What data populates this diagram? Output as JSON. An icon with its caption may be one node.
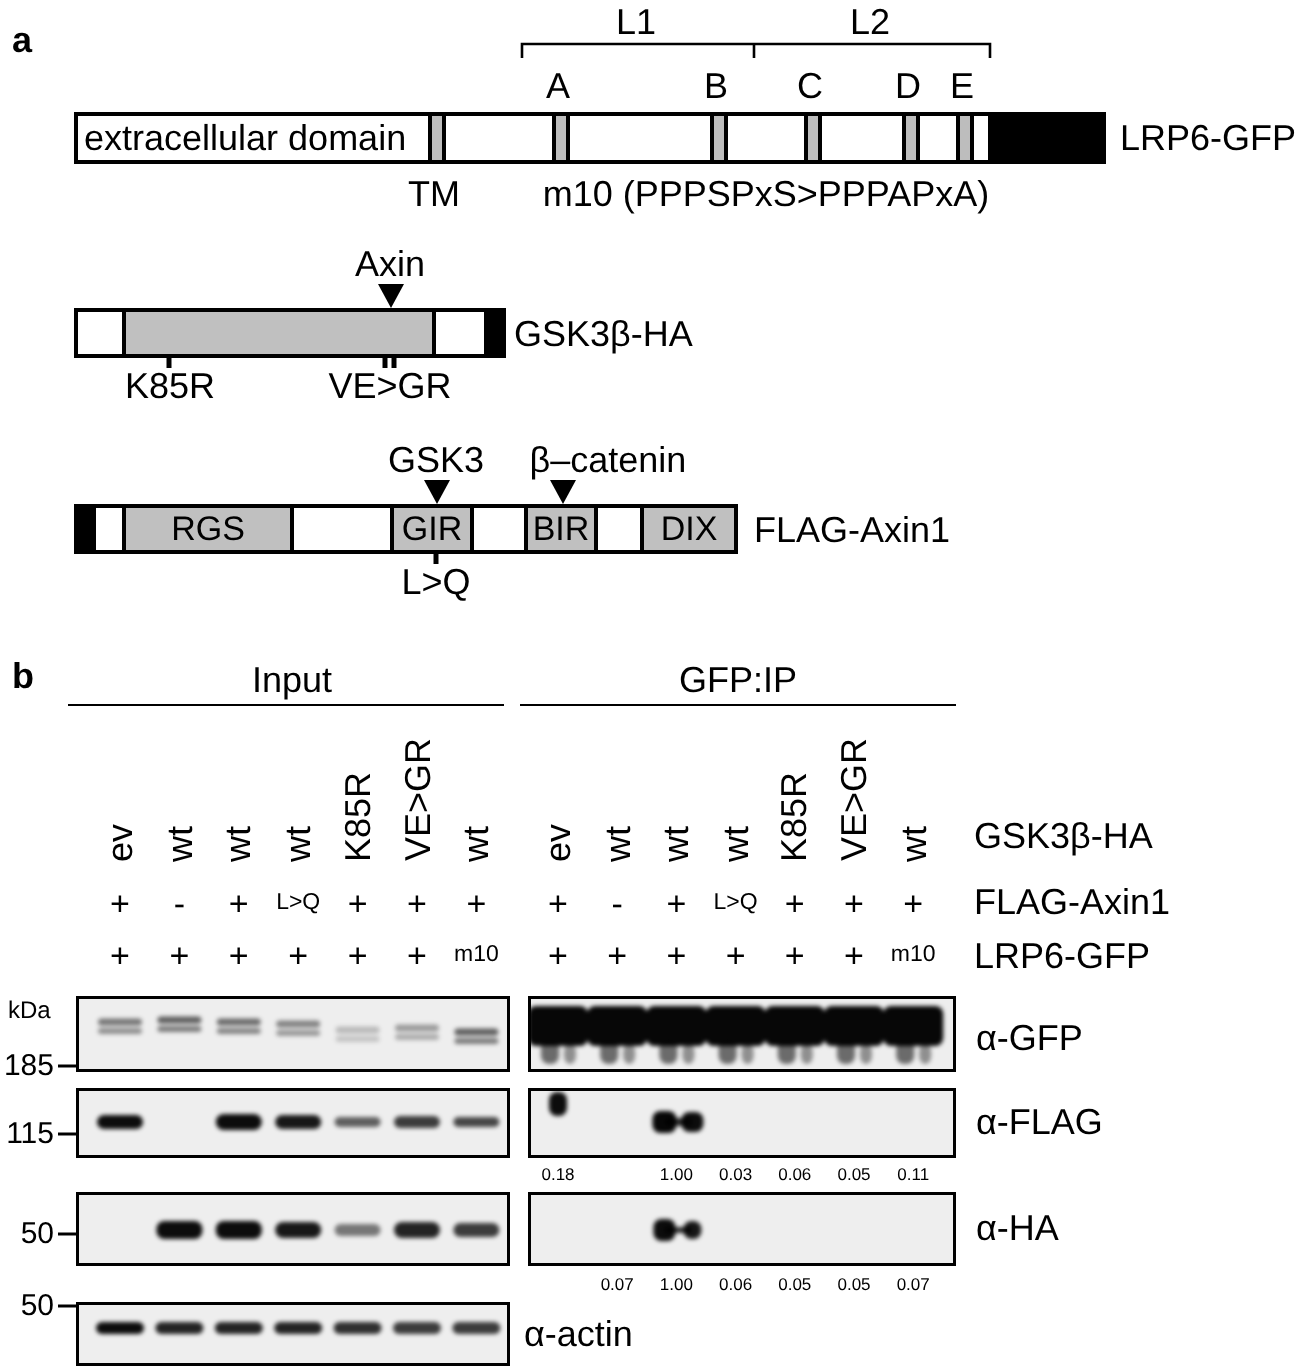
{
  "diagram": {
    "nodes": [
      {
        "text": [
          "extracellular domain"
        ],
        "beside": [
          "LRP6-GFP"
        ]
      },
      {
        "text": [],
        "shape": "bar",
        "beside": [
          "GSK3β-HA"
        ]
      },
      {
        "text": [],
        "shape": "box",
        "in": 1
      },
      {
        "text": [],
        "shape": "bar",
        "beside": [
          "FLAG-Axin1"
        ]
      },
      {
        "text": [
          "RGS"
        ],
        "in": 3
      },
      {
        "text": [
          "GIR"
        ],
        "in": 3
      },
      {
        "text": [
          "BIR"
        ],
        "in": 3
      },
      {
        "text": [
          "DIX"
        ],
        "in": 3
      }
    ],
    "labels": [
      "a",
      "L1",
      "L2",
      "A",
      "B",
      "C",
      "D",
      "E",
      "TM",
      "m10 (PPPSPxS>PPPAPxA)",
      "Axin",
      "K85R",
      "VE>GR",
      "GSK3",
      "β–catenin",
      "L>Q",
      "b",
      "Input",
      "GFP:IP",
      "ev",
      "wt",
      "wt",
      "wt",
      "K85R",
      "VE>GR",
      "wt",
      "ev",
      "wt",
      "wt",
      "wt",
      "K85R",
      "VE>GR",
      "wt",
      "GSK3β-HA",
      "+",
      "-",
      "+",
      "L>Q",
      "+",
      "+",
      "+",
      "+",
      "-",
      "+",
      "L>Q",
      "+",
      "+",
      "+",
      "FLAG-Axin1",
      "+",
      "+",
      "+",
      "+",
      "+",
      "+",
      "m10",
      "+",
      "+",
      "+",
      "+",
      "+",
      "+",
      "m10",
      "LRP6-GFP",
      "kDa",
      "185",
      "α-GFP",
      "115",
      "α-FLAG",
      "0.18",
      "1.00",
      "0.03",
      "0.06",
      "0.05",
      "0.11",
      "50",
      "α-HA",
      "0.07",
      "1.00",
      "0.06",
      "0.05",
      "0.05",
      "0.07",
      "50",
      "α-actin"
    ]
  }
}
